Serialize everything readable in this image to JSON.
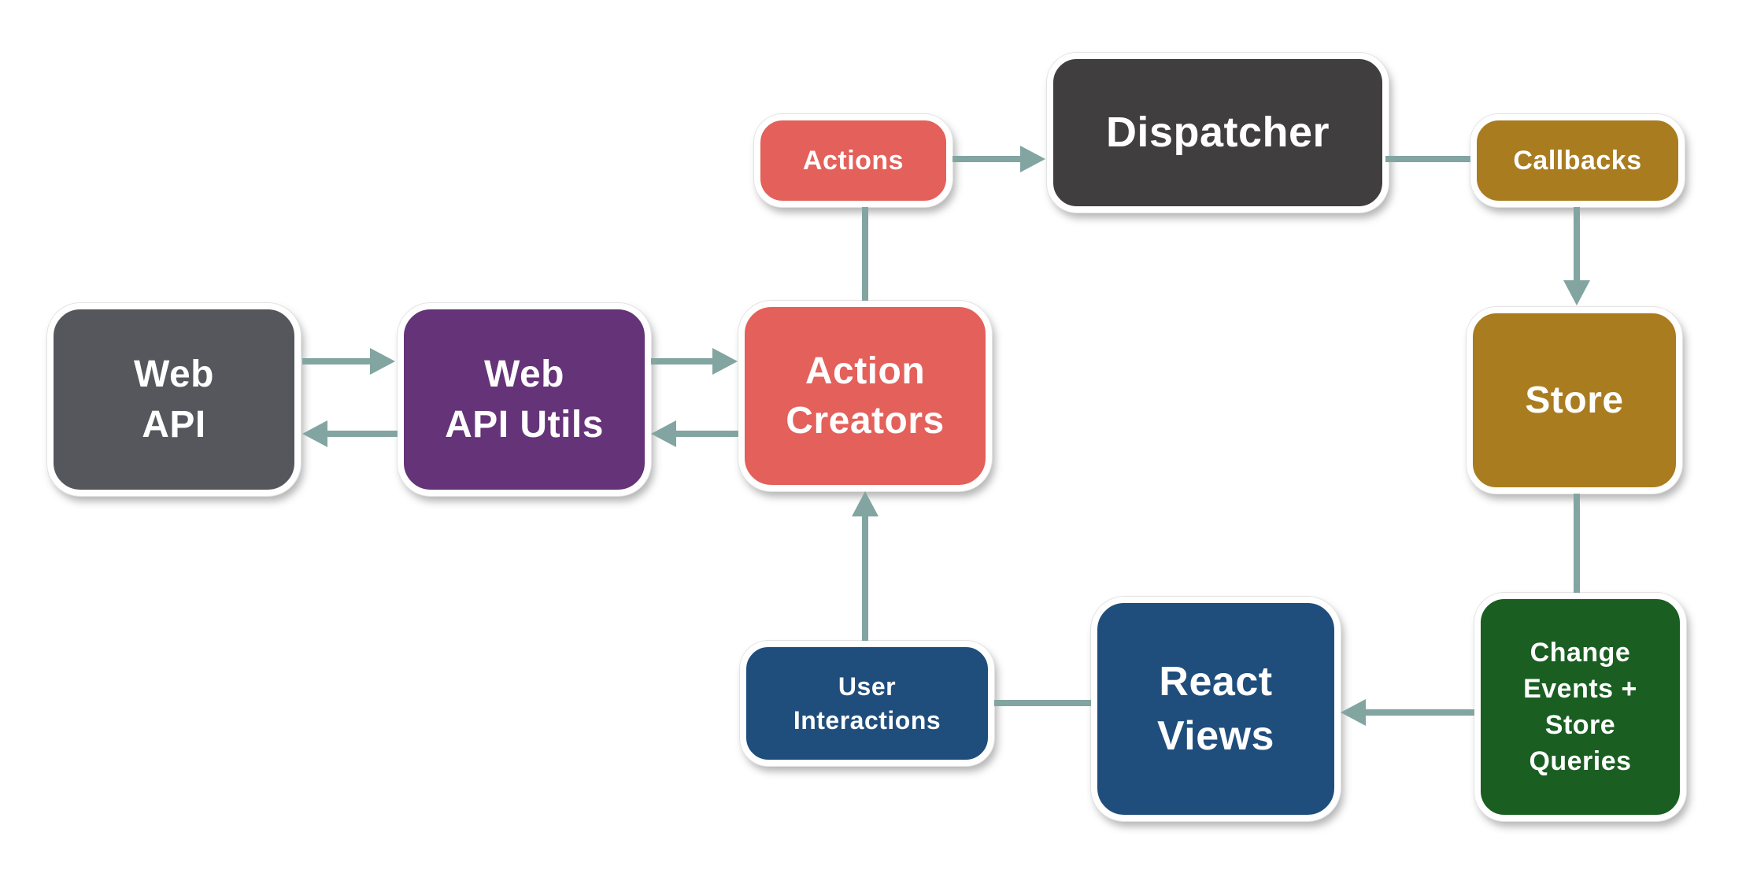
{
  "colors": {
    "background": "#ffffff",
    "arrow": "#82A5A1",
    "node_border": "#ffffff",
    "text": "#ffffff",
    "red": "#E4605A",
    "dark_gray": "#413E3F",
    "gold": "#A97C20",
    "slate_gray": "#56575D",
    "purple": "#653377",
    "green": "#1A5E22",
    "blue": "#1F4E7C"
  },
  "nodes": {
    "actions": {
      "lines": [
        "Actions"
      ]
    },
    "dispatcher": {
      "lines": [
        "Dispatcher"
      ]
    },
    "callbacks": {
      "lines": [
        "Callbacks"
      ]
    },
    "web_api": {
      "lines": [
        "Web",
        "API"
      ]
    },
    "web_api_utils": {
      "lines": [
        "Web",
        "API Utils"
      ]
    },
    "action_creators": {
      "lines": [
        "Action",
        "Creators"
      ]
    },
    "store": {
      "lines": [
        "Store"
      ]
    },
    "change_events": {
      "lines": [
        "Change",
        "Events +",
        "Store",
        "Queries"
      ]
    },
    "react_views": {
      "lines": [
        "React",
        "Views"
      ]
    },
    "user_interactions": {
      "lines": [
        "User",
        "Interactions"
      ]
    }
  }
}
